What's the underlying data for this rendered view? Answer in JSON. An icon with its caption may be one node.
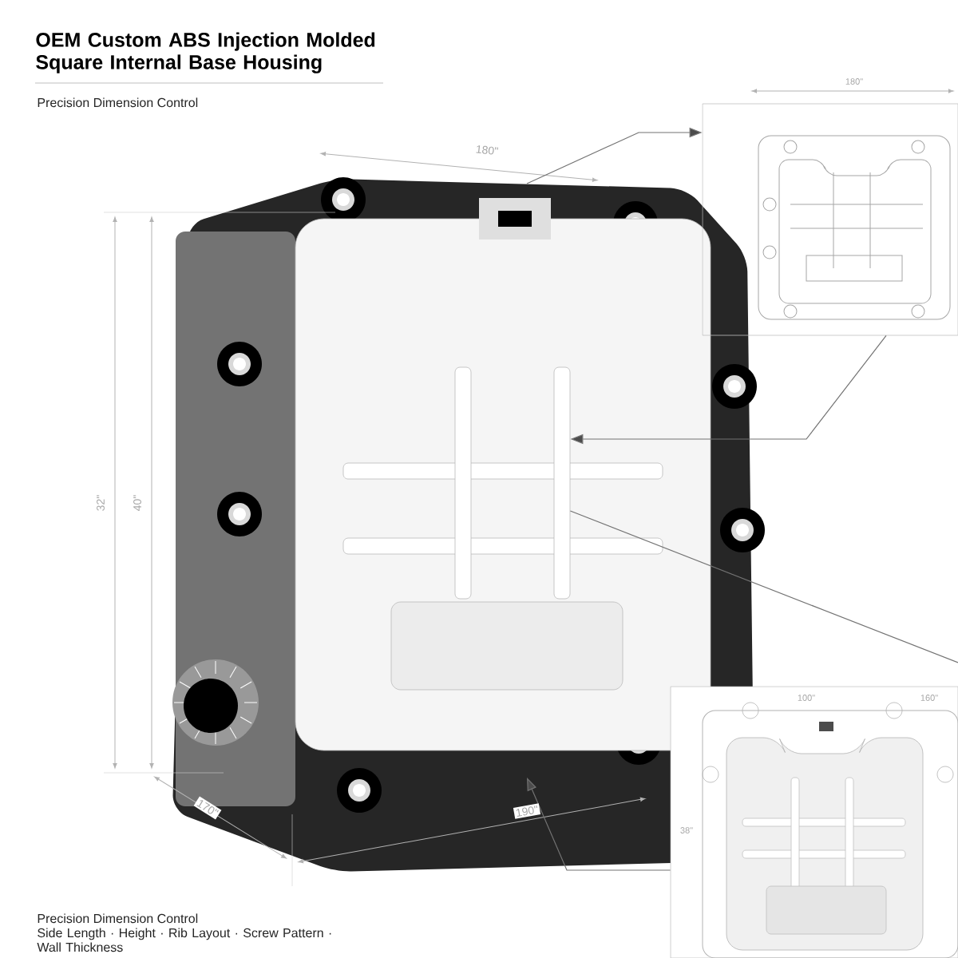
{
  "diagram": {
    "title": "OEM Custom ABS Injection Molded Square Internal Base Housing",
    "nodes": [
      {
        "text": [],
        "shape": "picture"
      },
      {
        "text": [],
        "shape": "picture"
      },
      {
        "text": [],
        "shape": "picture"
      },
      {
        "text": [],
        "shape": "bar",
        "in": 0
      }
    ],
    "edges": [
      {
        "from": 0,
        "to": 1,
        "arrow": "to"
      },
      {
        "from": 1,
        "to": 3,
        "arrow": "to"
      },
      {
        "from": 3,
        "to": null,
        "arrow": "none"
      },
      {
        "from": 2,
        "to": 0,
        "arrow": "to"
      }
    ],
    "labels": [
      "Precision Dimension Control",
      "180\"",
      "180\"",
      "32\"",
      "40\"",
      "170\"",
      "190\"",
      "100\"",
      "160\"",
      "38\"",
      "Precision Dimension Control",
      "Side Length · Height · Rib Layout · Screw Pattern · Wall Thickness"
    ]
  }
}
